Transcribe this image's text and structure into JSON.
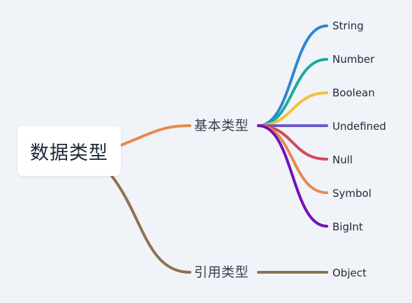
{
  "root": {
    "label": "数据类型"
  },
  "branches": [
    {
      "label": "基本类型",
      "color": "#e8894a",
      "children": [
        {
          "label": "String",
          "color": "#2f86d1"
        },
        {
          "label": "Number",
          "color": "#1aab9b"
        },
        {
          "label": "Boolean",
          "color": "#f0c33c"
        },
        {
          "label": "Undefined",
          "color": "#6a5acd"
        },
        {
          "label": "Null",
          "color": "#cf4a5e"
        },
        {
          "label": "Symbol",
          "color": "#e8894a"
        },
        {
          "label": "BigInt",
          "color": "#7211b8"
        }
      ]
    },
    {
      "label": "引用类型",
      "color": "#8a7354",
      "children": [
        {
          "label": "Object",
          "color": "#8a7354"
        }
      ]
    }
  ]
}
